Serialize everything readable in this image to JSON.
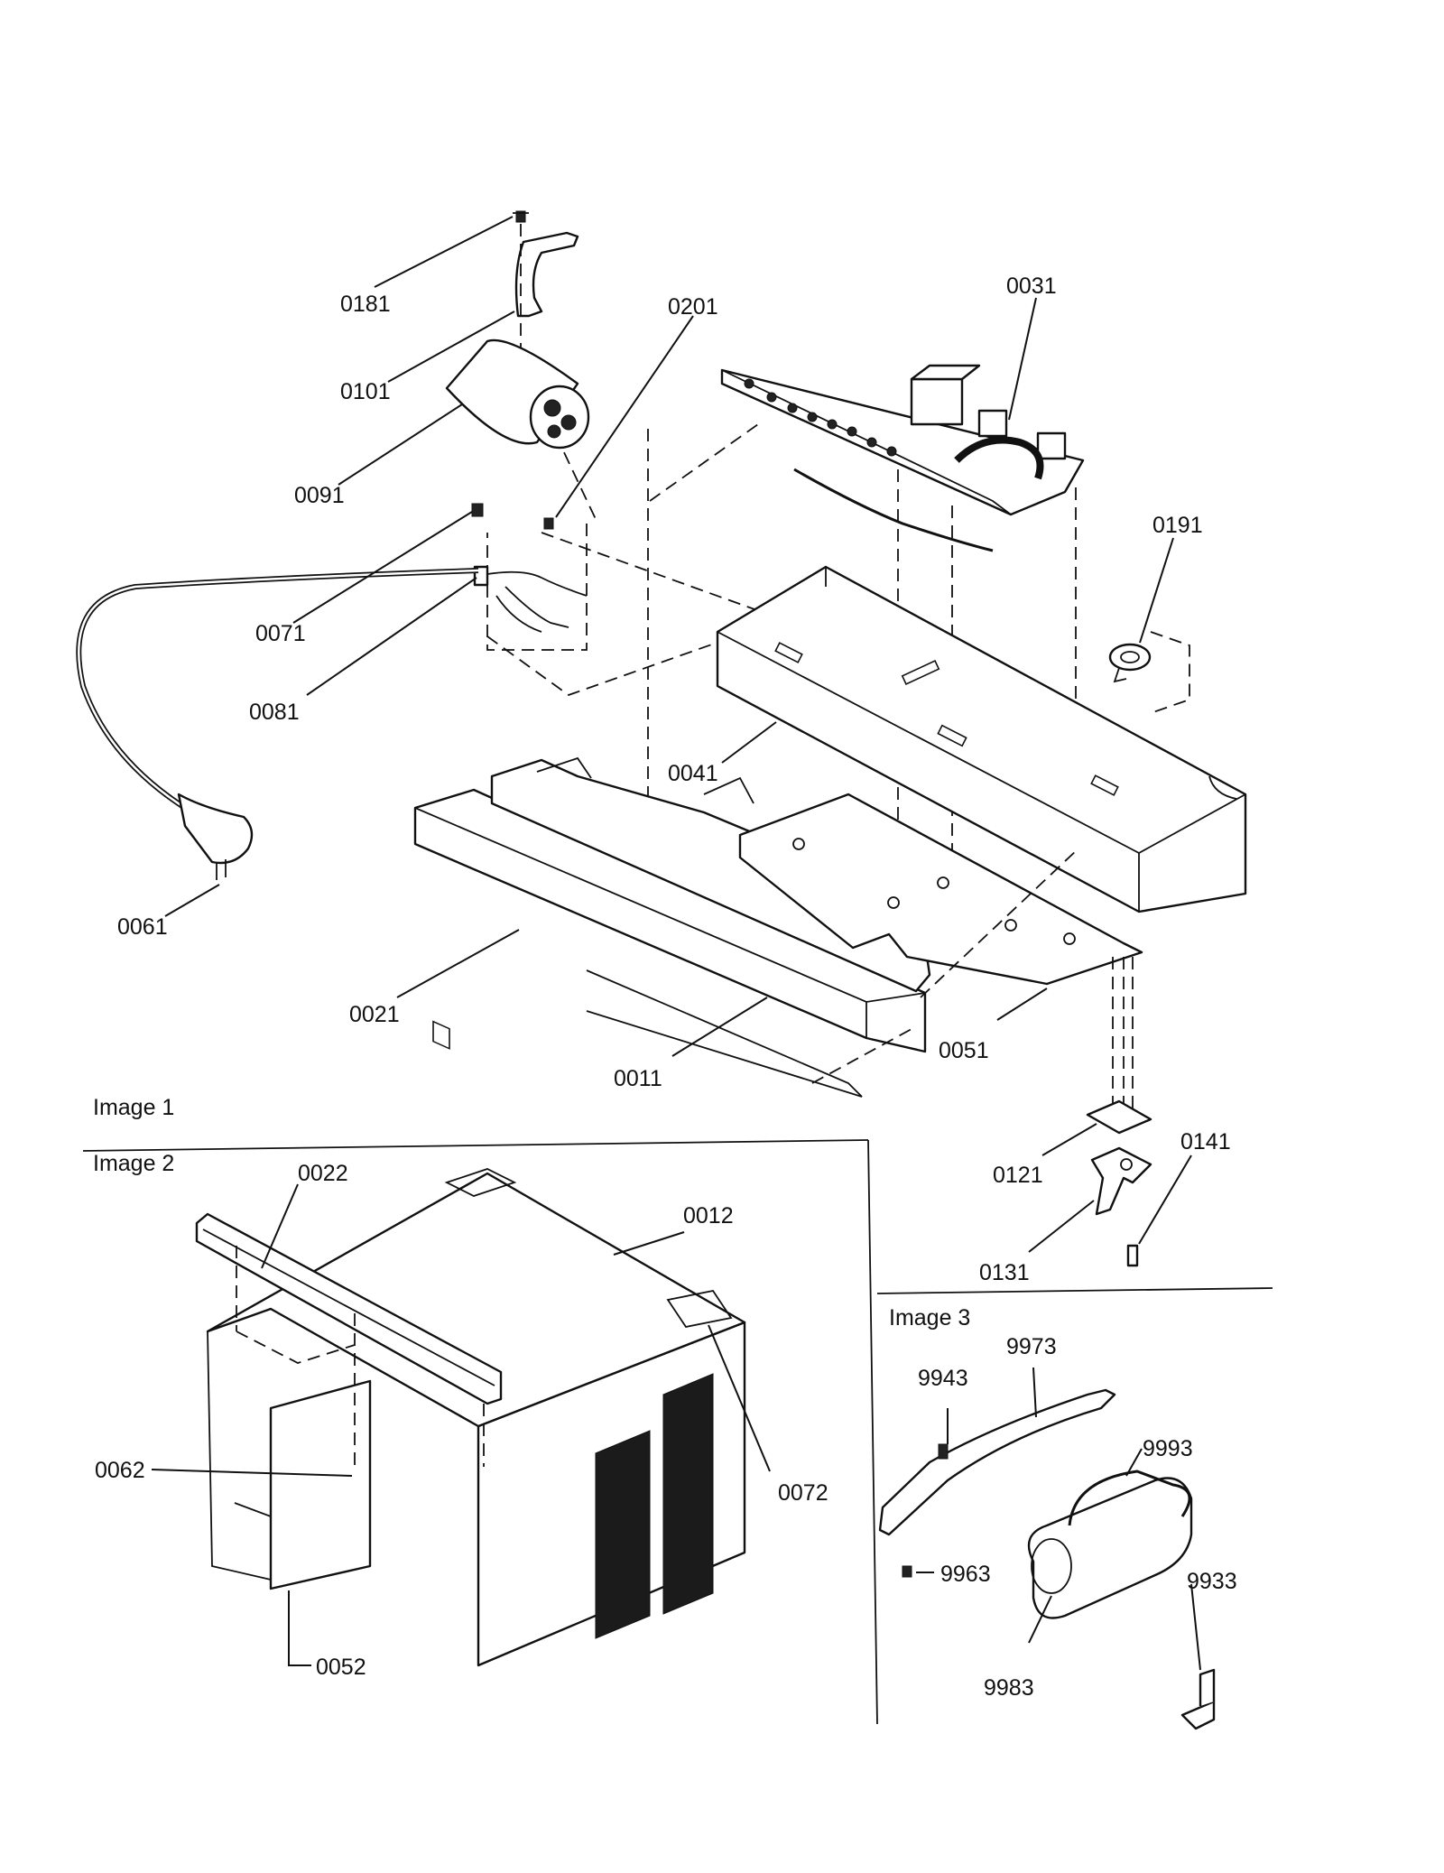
{
  "sections": {
    "image1": "Image 1",
    "image2": "Image 2",
    "image3": "Image 3"
  },
  "parts": {
    "p0181": "0181",
    "p0101": "0101",
    "p0091": "0091",
    "p0201": "0201",
    "p0031": "0031",
    "p0191": "0191",
    "p0071": "0071",
    "p0081": "0081",
    "p0041": "0041",
    "p0061": "0061",
    "p0021": "0021",
    "p0011": "0011",
    "p0051": "0051",
    "p0121": "0121",
    "p0141": "0141",
    "p0131": "0131",
    "p0022": "0022",
    "p0012": "0012",
    "p0062": "0062",
    "p0072": "0072",
    "p0052": "0052",
    "p9943": "9943",
    "p9973": "9973",
    "p9993": "9993",
    "p9963": "9963",
    "p9933": "9933",
    "p9983": "9983"
  }
}
